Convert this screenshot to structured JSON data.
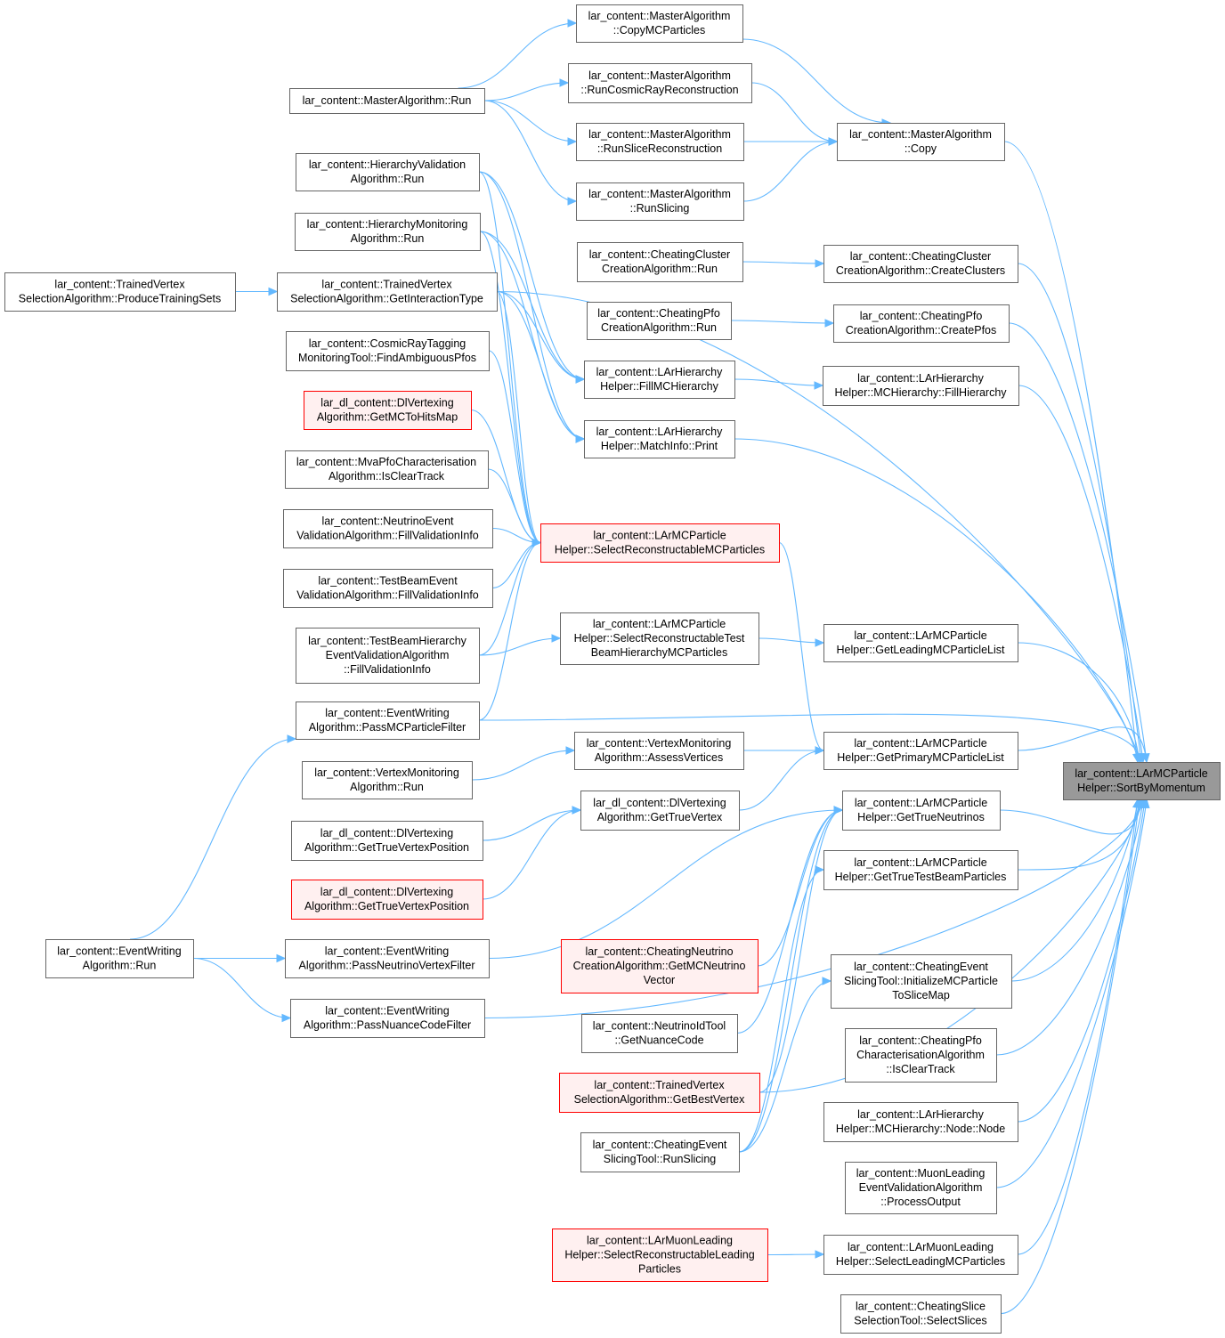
{
  "diagram": {
    "type": "caller-graph",
    "colors": {
      "edge": "#63b8ff",
      "box_border": "#666666",
      "red_border": "#ff0000",
      "red_fill": "#fff0f0",
      "target_fill": "#999999"
    },
    "nodes": [
      {
        "id": "target",
        "lines": [
          "lar_content::LArMCParticle",
          "Helper::SortByMomentum"
        ],
        "style": "target"
      },
      {
        "id": "copy",
        "lines": [
          "lar_content::MasterAlgorithm",
          "::Copy"
        ],
        "style": "normal"
      },
      {
        "id": "copymcp",
        "lines": [
          "lar_content::MasterAlgorithm",
          "::CopyMCParticles"
        ],
        "style": "normal"
      },
      {
        "id": "mrun",
        "lines": [
          "lar_content::MasterAlgorithm::Run"
        ],
        "style": "normal"
      },
      {
        "id": "runcosmic",
        "lines": [
          "lar_content::MasterAlgorithm",
          "::RunCosmicRayReconstruction"
        ],
        "style": "normal"
      },
      {
        "id": "runslicereco",
        "lines": [
          "lar_content::MasterAlgorithm",
          "::RunSliceReconstruction"
        ],
        "style": "normal"
      },
      {
        "id": "runslicing",
        "lines": [
          "lar_content::MasterAlgorithm",
          "::RunSlicing"
        ],
        "style": "normal"
      },
      {
        "id": "hvrun",
        "lines": [
          "lar_content::HierarchyValidation",
          "Algorithm::Run"
        ],
        "style": "normal"
      },
      {
        "id": "hmrun",
        "lines": [
          "lar_content::HierarchyMonitoring",
          "Algorithm::Run"
        ],
        "style": "normal"
      },
      {
        "id": "ccrun",
        "lines": [
          "lar_content::CheatingCluster",
          "CreationAlgorithm::Run"
        ],
        "style": "normal"
      },
      {
        "id": "cccreate",
        "lines": [
          "lar_content::CheatingCluster",
          "CreationAlgorithm::CreateClusters"
        ],
        "style": "normal"
      },
      {
        "id": "tvprod",
        "lines": [
          "lar_content::TrainedVertex",
          "SelectionAlgorithm::ProduceTrainingSets"
        ],
        "style": "normal"
      },
      {
        "id": "tvgetint",
        "lines": [
          "lar_content::TrainedVertex",
          "SelectionAlgorithm::GetInteractionType"
        ],
        "style": "normal"
      },
      {
        "id": "cprun",
        "lines": [
          "lar_content::CheatingPfo",
          "CreationAlgorithm::Run"
        ],
        "style": "normal"
      },
      {
        "id": "cpcreate",
        "lines": [
          "lar_content::CheatingPfo",
          "CreationAlgorithm::CreatePfos"
        ],
        "style": "normal"
      },
      {
        "id": "crtfind",
        "lines": [
          "lar_content::CosmicRayTagging",
          "MonitoringTool::FindAmbiguousPfos"
        ],
        "style": "normal"
      },
      {
        "id": "fillmch",
        "lines": [
          "lar_content::LArHierarchy",
          "Helper::FillMCHierarchy"
        ],
        "style": "normal"
      },
      {
        "id": "fillhier",
        "lines": [
          "lar_content::LArHierarchy",
          "Helper::MCHierarchy::FillHierarchy"
        ],
        "style": "normal"
      },
      {
        "id": "dlgetmc",
        "lines": [
          "lar_dl_content::DlVertexing",
          "Algorithm::GetMCToHitsMap"
        ],
        "style": "red"
      },
      {
        "id": "mipint",
        "lines": [
          "lar_content::LArHierarchy",
          "Helper::MatchInfo::Print"
        ],
        "style": "normal"
      },
      {
        "id": "mvaclear",
        "lines": [
          "lar_content::MvaPfoCharacterisation",
          "Algorithm::IsClearTrack"
        ],
        "style": "normal"
      },
      {
        "id": "nevfill",
        "lines": [
          "lar_content::NeutrinoEvent",
          "ValidationAlgorithm::FillValidationInfo"
        ],
        "style": "normal"
      },
      {
        "id": "selrecon",
        "lines": [
          "lar_content::LArMCParticle",
          "Helper::SelectReconstructableMCParticles"
        ],
        "style": "red"
      },
      {
        "id": "tbevfill",
        "lines": [
          "lar_content::TestBeamEvent",
          "ValidationAlgorithm::FillValidationInfo"
        ],
        "style": "normal"
      },
      {
        "id": "selrecontb",
        "lines": [
          "lar_content::LArMCParticle",
          "Helper::SelectReconstructableTest",
          "BeamHierarchyMCParticles"
        ],
        "style": "normal"
      },
      {
        "id": "tbhfill",
        "lines": [
          "lar_content::TestBeamHierarchy",
          "EventValidationAlgorithm",
          "::FillValidationInfo"
        ],
        "style": "normal"
      },
      {
        "id": "getleading",
        "lines": [
          "lar_content::LArMCParticle",
          "Helper::GetLeadingMCParticleList"
        ],
        "style": "normal"
      },
      {
        "id": "ewpassmc",
        "lines": [
          "lar_content::EventWriting",
          "Algorithm::PassMCParticleFilter"
        ],
        "style": "normal"
      },
      {
        "id": "vmassess",
        "lines": [
          "lar_content::VertexMonitoring",
          "Algorithm::AssessVertices"
        ],
        "style": "normal"
      },
      {
        "id": "getprimary",
        "lines": [
          "lar_content::LArMCParticle",
          "Helper::GetPrimaryMCParticleList"
        ],
        "style": "normal"
      },
      {
        "id": "vmrun",
        "lines": [
          "lar_content::VertexMonitoring",
          "Algorithm::Run"
        ],
        "style": "normal"
      },
      {
        "id": "dlgettrue",
        "lines": [
          "lar_dl_content::DlVertexing",
          "Algorithm::GetTrueVertex"
        ],
        "style": "normal"
      },
      {
        "id": "gettrueneut",
        "lines": [
          "lar_content::LArMCParticle",
          "Helper::GetTrueNeutrinos"
        ],
        "style": "normal"
      },
      {
        "id": "dltvpos1",
        "lines": [
          "lar_dl_content::DlVertexing",
          "Algorithm::GetTrueVertexPosition"
        ],
        "style": "normal"
      },
      {
        "id": "gettruetb",
        "lines": [
          "lar_content::LArMCParticle",
          "Helper::GetTrueTestBeamParticles"
        ],
        "style": "normal"
      },
      {
        "id": "dltvpos2",
        "lines": [
          "lar_dl_content::DlVertexing",
          "Algorithm::GetTrueVertexPosition"
        ],
        "style": "red"
      },
      {
        "id": "ewrun",
        "lines": [
          "lar_content::EventWriting",
          "Algorithm::Run"
        ],
        "style": "normal"
      },
      {
        "id": "ewpassnv",
        "lines": [
          "lar_content::EventWriting",
          "Algorithm::PassNeutrinoVertexFilter"
        ],
        "style": "normal"
      },
      {
        "id": "cnget",
        "lines": [
          "lar_content::CheatingNeutrino",
          "CreationAlgorithm::GetMCNeutrino",
          "Vector"
        ],
        "style": "red"
      },
      {
        "id": "cesinit",
        "lines": [
          "lar_content::CheatingEvent",
          "SlicingTool::InitializeMCParticle",
          "ToSliceMap"
        ],
        "style": "normal"
      },
      {
        "id": "ewpassnu",
        "lines": [
          "lar_content::EventWriting",
          "Algorithm::PassNuanceCodeFilter"
        ],
        "style": "normal"
      },
      {
        "id": "nidget",
        "lines": [
          "lar_content::NeutrinoIdTool",
          "::GetNuanceCode"
        ],
        "style": "normal"
      },
      {
        "id": "cpclear",
        "lines": [
          "lar_content::CheatingPfo",
          "CharacterisationAlgorithm",
          "::IsClearTrack"
        ],
        "style": "normal"
      },
      {
        "id": "tvbest",
        "lines": [
          "lar_content::TrainedVertex",
          "SelectionAlgorithm::GetBestVertex"
        ],
        "style": "red"
      },
      {
        "id": "mchnode",
        "lines": [
          "lar_content::LArHierarchy",
          "Helper::MCHierarchy::Node::Node"
        ],
        "style": "normal"
      },
      {
        "id": "cesrun",
        "lines": [
          "lar_content::CheatingEvent",
          "SlicingTool::RunSlicing"
        ],
        "style": "normal"
      },
      {
        "id": "mlproc",
        "lines": [
          "lar_content::MuonLeading",
          "EventValidationAlgorithm",
          "::ProcessOutput"
        ],
        "style": "normal"
      },
      {
        "id": "lmlsel",
        "lines": [
          "lar_content::LArMuonLeading",
          "Helper::SelectReconstructableLeading",
          "Particles"
        ],
        "style": "red"
      },
      {
        "id": "lmlselmc",
        "lines": [
          "lar_content::LArMuonLeading",
          "Helper::SelectLeadingMCParticles"
        ],
        "style": "normal"
      },
      {
        "id": "csssel",
        "lines": [
          "lar_content::CheatingSlice",
          "SelectionTool::SelectSlices"
        ],
        "style": "normal"
      }
    ]
  }
}
